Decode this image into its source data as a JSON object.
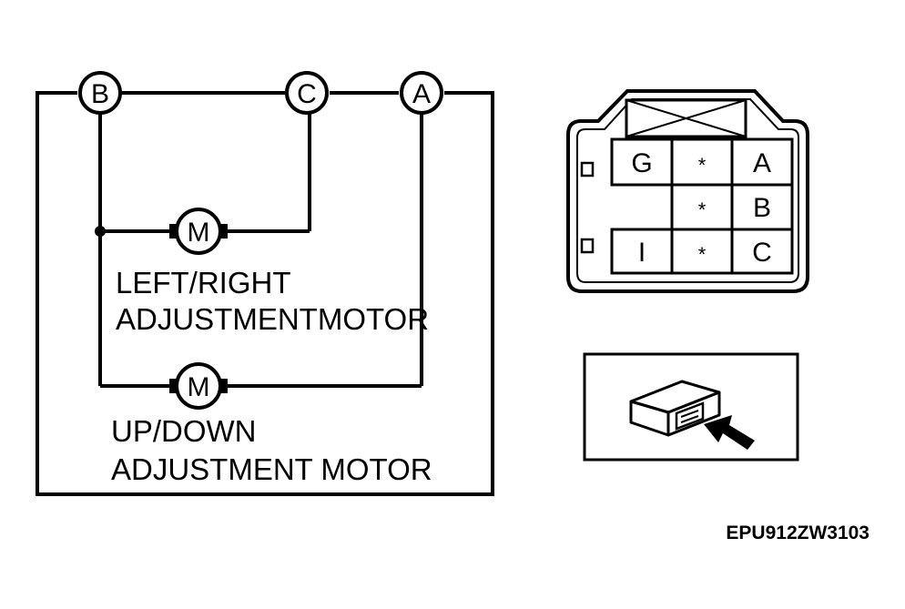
{
  "circuit": {
    "terminals": [
      "B",
      "C",
      "A"
    ],
    "motor_symbol": "M",
    "motors": [
      {
        "line1": "LEFT/RIGHT",
        "line2": "ADJUSTMENTMOTOR"
      },
      {
        "line1": "UP/DOWN",
        "line2": "ADJUSTMENT MOTOR"
      }
    ]
  },
  "connector": {
    "rows": [
      [
        "G",
        "*",
        "A"
      ],
      [
        "",
        "*",
        "B"
      ],
      [
        "I",
        "*",
        "C"
      ]
    ]
  },
  "locator": {
    "icon": "connector-locator-icon"
  },
  "figure_code": "EPU912ZW3103"
}
